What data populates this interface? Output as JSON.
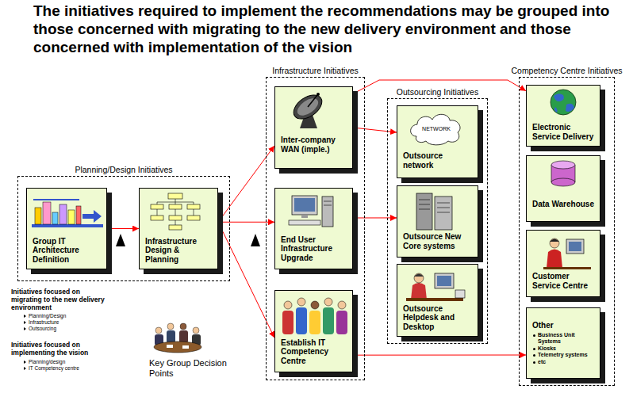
{
  "diagram": {
    "title": "The initiatives required to implement the recommendations may be grouped into those concerned with migrating to the new delivery environment and those concerned with implementation of the vision",
    "nodes": [
      {
        "text": [
          "Planning/Design Initiatives"
        ]
      },
      {
        "text": [
          "Group IT Architecture Definition"
        ],
        "in": 0
      },
      {
        "text": [
          "Infrastructure Design & Planning"
        ],
        "in": 0
      },
      {
        "text": [
          "Infrastructure Initiatives"
        ]
      },
      {
        "text": [
          "Inter-company WAN (imple.)"
        ],
        "in": 3
      },
      {
        "text": [
          "End User Infrastructure Upgrade"
        ],
        "in": 3
      },
      {
        "text": [
          "Establish IT Competency Centre"
        ],
        "in": 3
      },
      {
        "text": [
          "Outsourcing Initiatives"
        ]
      },
      {
        "text": [
          "Outsource network"
        ],
        "in": 7
      },
      {
        "text": [
          "Outsource New Core systems"
        ],
        "in": 7
      },
      {
        "text": [
          "Outsource Helpdesk and Desktop"
        ],
        "in": 7
      },
      {
        "text": [
          "Competency Centre Initiatives"
        ]
      },
      {
        "text": [
          "Electronic Service Delivery"
        ],
        "in": 11
      },
      {
        "text": [
          "Data Warehouse"
        ],
        "in": 11
      },
      {
        "text": [
          "Customer Service Centre"
        ],
        "in": 11
      },
      {
        "text": [
          "Other",
          "Business Unit Systems",
          "Kiosks",
          "Telemetry systems",
          "etc"
        ],
        "in": 11
      }
    ],
    "edges": [
      {
        "from": 1,
        "to": 2,
        "arrow": "to"
      },
      {
        "from": 2,
        "to": 4,
        "arrow": "to"
      },
      {
        "from": 2,
        "to": 5,
        "arrow": "to"
      },
      {
        "from": 2,
        "to": 6,
        "arrow": "to"
      },
      {
        "from": 4,
        "to": 12,
        "arrow": "to"
      },
      {
        "from": 4,
        "to": 8,
        "arrow": "to"
      },
      {
        "from": 5,
        "to": 9,
        "arrow": "to"
      },
      {
        "from": 6,
        "to": 15,
        "arrow": "to"
      }
    ],
    "labels": [
      "NETWORK",
      "Initiatives focused on migrating to the new delivery environment",
      "Planning/Design",
      "Infrastructure",
      "Outsourcing",
      "Initiatives focused on implementing the vision",
      "Planning/design",
      "IT Competency centre",
      "Key Group Decision Points"
    ]
  }
}
